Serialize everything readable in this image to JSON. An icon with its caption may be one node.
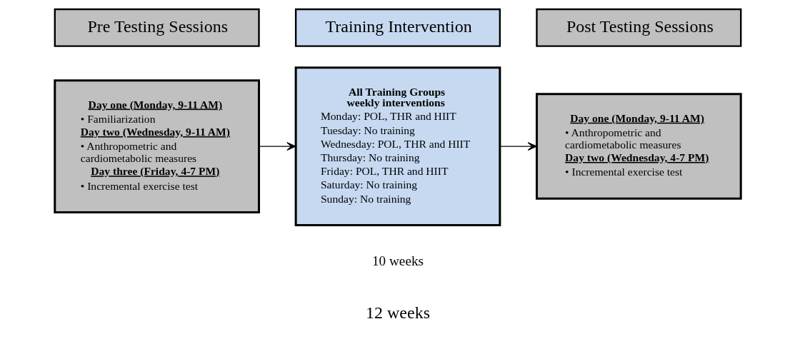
{
  "diagram": {
    "nodes": [
      {
        "text": [
          "Pre Testing Sessions"
        ]
      },
      {
        "text": [
          "Training Intervention"
        ]
      },
      {
        "text": [
          "Post Testing Sessions"
        ]
      },
      {
        "text": [
          "Day one (Monday, 9-11 AM)",
          "• Familiarization",
          "Day two (Wednesday, 9-11 AM)",
          "• Anthropometric and cardiometabolic measures",
          "Day three (Friday, 4-7 PM)",
          "• Incremental exercise test"
        ]
      },
      {
        "text": [
          "All Training Groups weekly interventions",
          "Monday: POL, THR and HIIT",
          "Tuesday: No training",
          "Wednesday: POL, THR and HIIT",
          "Thursday: No training",
          "Friday: POL, THR and HIIT",
          "Saturday: No training",
          "Sunday: No training"
        ]
      },
      {
        "text": [
          "Day one (Monday, 9-11 AM)",
          "• Anthropometric and cardiometabolic measures",
          "Day two (Wednesday, 4-7 PM)",
          "• Incremental exercise test"
        ]
      }
    ],
    "edges": [
      {
        "from": 3,
        "to": 4,
        "arrow": "to"
      },
      {
        "from": 4,
        "to": 5,
        "arrow": "to"
      }
    ],
    "labels": [
      "10 weeks",
      "12 weeks"
    ]
  }
}
